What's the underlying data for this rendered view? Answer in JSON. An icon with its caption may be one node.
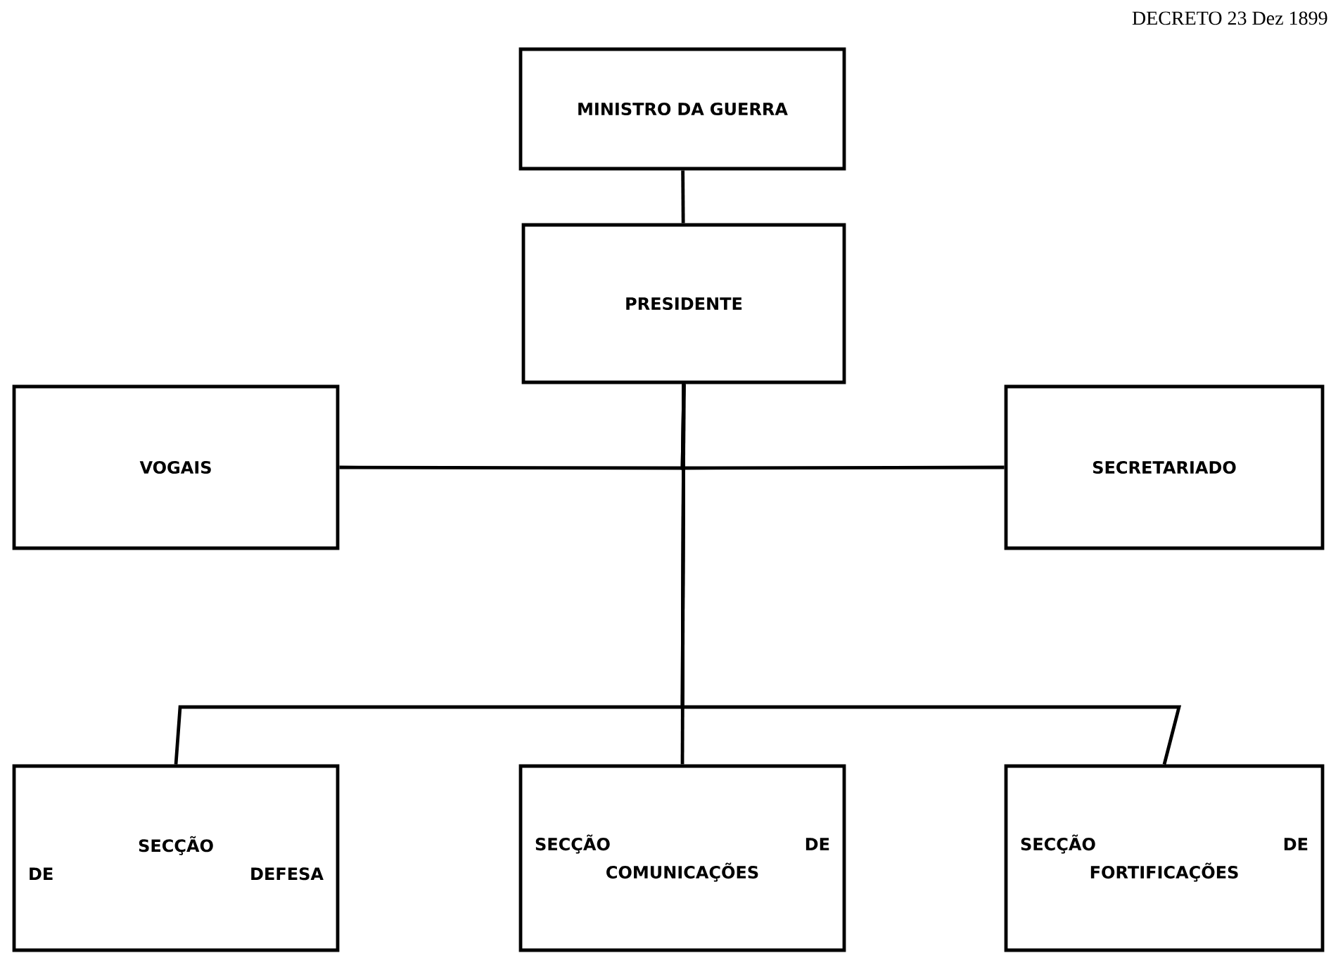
{
  "diagram": {
    "nodes": [
      {
        "text": [
          "MINISTRO DA GUERRA"
        ]
      },
      {
        "text": [
          "PRESIDENTE"
        ]
      },
      {
        "text": [
          "VOGAIS"
        ]
      },
      {
        "text": [
          "SECRETARIADO"
        ]
      },
      {
        "text": [
          "SECÇÃO DE DEFESA"
        ]
      },
      {
        "text": [
          "SECÇÃO DE COMUNICAÇÕES"
        ]
      },
      {
        "text": [
          "SECÇÃO DE FORTIFICAÇÕES"
        ]
      }
    ],
    "edges": [
      {
        "from": 0,
        "to": 1,
        "arrow": "none"
      },
      {
        "from": 1,
        "to": 2,
        "arrow": "none"
      },
      {
        "from": 1,
        "to": 3,
        "arrow": "none"
      },
      {
        "from": 1,
        "to": 4,
        "arrow": "none"
      },
      {
        "from": 1,
        "to": 5,
        "arrow": "none"
      },
      {
        "from": 1,
        "to": 6,
        "arrow": "none"
      }
    ],
    "labels": [
      "DECRETO 23 Dez 1899"
    ]
  }
}
